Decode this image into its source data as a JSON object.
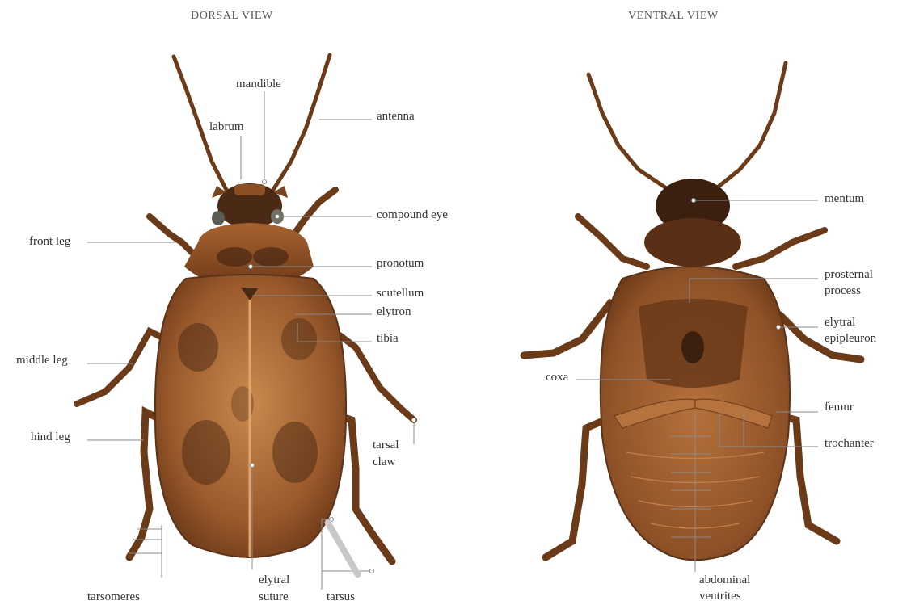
{
  "views": {
    "dorsal": {
      "title": "DORSAL VIEW"
    },
    "ventral": {
      "title": "VENTRAL VIEW"
    }
  },
  "colors": {
    "body": "#a8622f",
    "body_dark": "#5a3318",
    "body_light": "#d9975c",
    "leader_line": "#8a8a8a"
  },
  "labels": {
    "mandible": "mandible",
    "labrum": "labrum",
    "antenna": "antenna",
    "compound_eye": "compound eye",
    "front_leg": "front leg",
    "pronotum": "pronotum",
    "scutellum": "scutellum",
    "elytron": "elytron",
    "tibia": "tibia",
    "middle_leg": "middle leg",
    "hind_leg": "hind leg",
    "tarsal_claw_1": "tarsal",
    "tarsal_claw_2": "claw",
    "tarsomeres": "tarsomeres",
    "elytral_suture_1": "elytral",
    "elytral_suture_2": "suture",
    "tarsus": "tarsus",
    "mentum": "mentum",
    "prosternal_process_1": "prosternal",
    "prosternal_process_2": "process",
    "elytral_epipleuron_1": "elytral",
    "elytral_epipleuron_2": "epipleuron",
    "coxa": "coxa",
    "femur": "femur",
    "trochanter": "trochanter",
    "abdominal_ventrites_1": "abdominal",
    "abdominal_ventrites_2": "ventrites"
  }
}
